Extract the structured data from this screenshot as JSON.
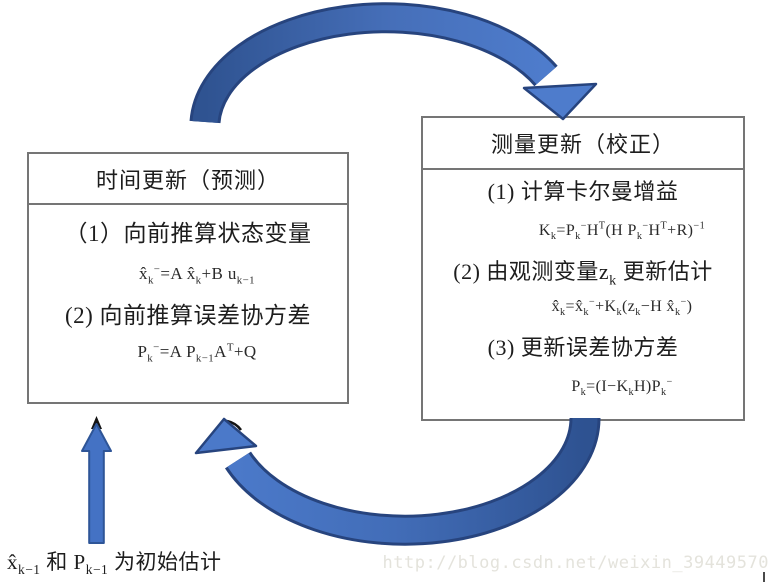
{
  "diagram_title": "Kalman filter predict-correct cycle",
  "palette": {
    "arrow_fill": "#4472C4",
    "arrow_fill_light": "#4E7CCC",
    "arrow_dark": "#2E5597",
    "arrow_border": "#27447E",
    "box_border": "#757575",
    "text": "#1d1d1d",
    "watermark": "#e4e3dc"
  },
  "left_box": {
    "title": "时间更新（预测）",
    "items": [
      {
        "label": "（1）向前推算状态变量",
        "formula": "x̂_{k}^{−}=A x̂_{k}+B u_{k−1}"
      },
      {
        "label": "(2) 向前推算误差协方差",
        "formula": "P_{k}^{−}=A P_{k−1}A^{T}+Q"
      }
    ]
  },
  "right_box": {
    "title": "测量更新（校正）",
    "items": [
      {
        "label": "(1) 计算卡尔曼增益",
        "formula": "K_{k}=P_{k}^{−}H^{T}(H P_{k}^{−}H^{T}+R)^{−1}"
      },
      {
        "label": "(2) 由观测变量z_{k} 更新估计",
        "formula": "x̂_{k}=x̂_{k}^{−}+K_{k}(z_{k}−H x̂_{k}^{−})"
      },
      {
        "label": "(3) 更新误差协方差",
        "formula": "P_{k}=(I−K_{k}H)P_{k}^{−}"
      }
    ]
  },
  "footnote": "x̂_{k−1} 和 P_{k−1} 为初始估计",
  "watermark": "http://blog.csdn.net/weixin_39449570",
  "icons": {
    "top_arrow": "curved-arrow-clockwise-right",
    "bottom_arrow": "curved-arrow-clockwise-left",
    "up_arrow": "straight-arrow-up"
  }
}
